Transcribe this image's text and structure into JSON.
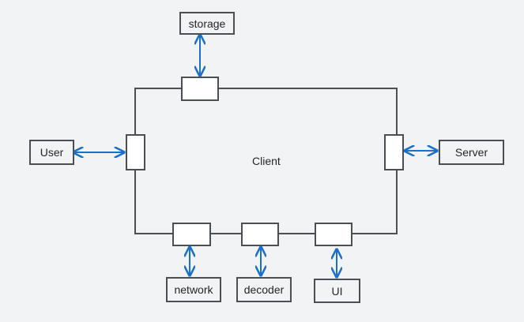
{
  "diagram": {
    "center_label": "Client",
    "nodes": {
      "storage": "storage",
      "user": "User",
      "server": "Server",
      "network": "network",
      "decoder": "decoder",
      "ui": "UI"
    },
    "colors": {
      "arrow": "#1a6fc9",
      "line": "#4a4f55",
      "background": "#f2f3f4",
      "port_fill": "#ffffff"
    }
  }
}
